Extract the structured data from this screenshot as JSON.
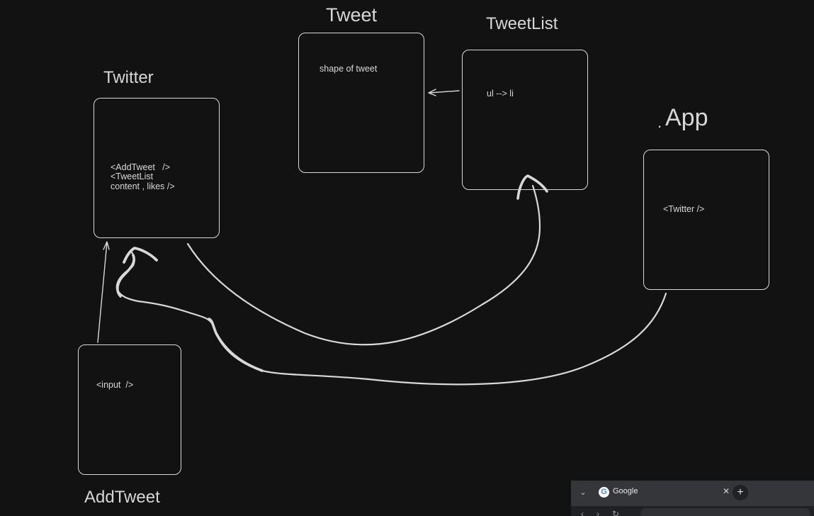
{
  "diagram": {
    "labels": {
      "tweet": "Tweet",
      "tweetlist": "TweetList",
      "twitter": "Twitter",
      "app_dot": ".",
      "app": "App",
      "addtweet": "AddTweet"
    },
    "notes": {
      "tweet": "shape of tweet",
      "tweetlist": "ul --> li",
      "twitter_line1": "<AddTweet   />",
      "twitter_line2": "<TweetList",
      "twitter_line3": "content , likes />",
      "app": "<Twitter />",
      "addtweet": "<input  />"
    },
    "stroke_color": "#d8d8d8",
    "background_color": "#121212"
  },
  "browser_tabbar": {
    "tab_list_icon": "chevron-down-icon",
    "tab_title": "Google",
    "favicon": "google-g-icon",
    "close_icon": "close-icon",
    "new_tab_icon": "plus-icon"
  }
}
